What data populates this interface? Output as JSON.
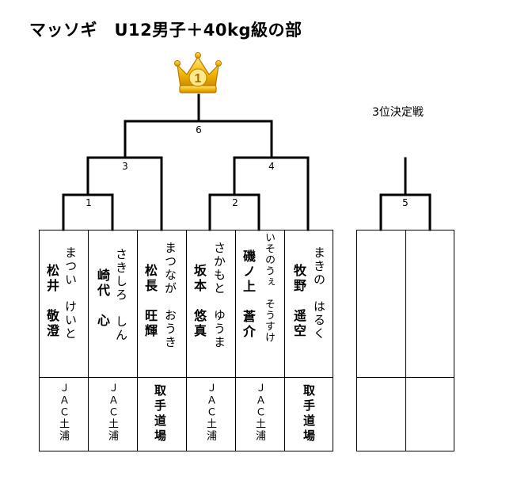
{
  "header": {
    "title": "マッソギ　U12男子＋40kg級の部",
    "third_place_label": "3位決定戦",
    "champion_badge": "1"
  },
  "matches": [
    {
      "number": "1"
    },
    {
      "number": "2"
    },
    {
      "number": "3"
    },
    {
      "number": "4"
    },
    {
      "number": "5"
    },
    {
      "number": "6"
    }
  ],
  "players": [
    {
      "name": "松井　敬澄",
      "kana": "まつい　けいと",
      "club": "ＪＡＣ土浦"
    },
    {
      "name": "崎代　心",
      "kana": "さきしろ　しん",
      "club": "ＪＡＣ土浦"
    },
    {
      "name": "松長　旺輝",
      "kana": "まつなが　おうき",
      "club": "取手道場"
    },
    {
      "name": "坂本　悠真",
      "kana": "さかもと　ゆうま",
      "club": "ＪＡＣ土浦"
    },
    {
      "name": "磯ノ上　蒼介",
      "kana": "いそのうぇ　そうすけ",
      "club": "ＪＡＣ土浦"
    },
    {
      "name": "牧野　遥空",
      "kana": "まきの　はるく",
      "club": "取手道場"
    }
  ],
  "third_place_players": [
    {
      "name": "",
      "kana": "",
      "club": ""
    },
    {
      "name": "",
      "kana": "",
      "club": ""
    }
  ],
  "colors": {
    "crown_gold": "#f2b705",
    "crown_dark": "#c98a00",
    "line": "#000000"
  }
}
